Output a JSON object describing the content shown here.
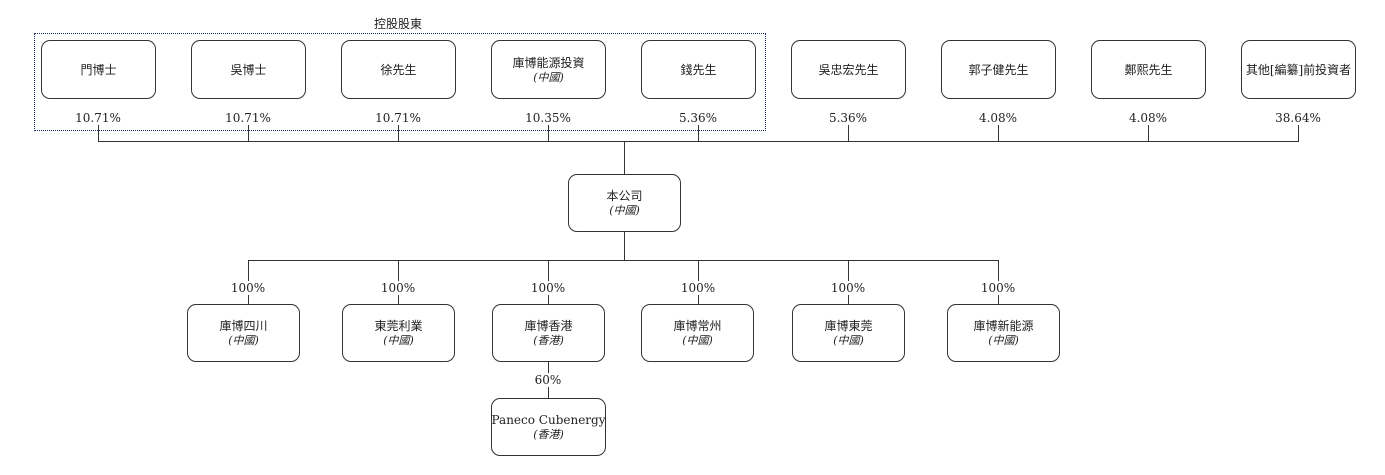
{
  "group": {
    "label": "控股股東"
  },
  "shareholders": [
    {
      "name": "門博士",
      "pct": "10.71%"
    },
    {
      "name": "吳博士",
      "pct": "10.71%"
    },
    {
      "name": "徐先生",
      "pct": "10.71%"
    },
    {
      "name": "庫博能源投資",
      "jurisdiction": "(中國)",
      "pct": "10.35%"
    },
    {
      "name": "錢先生",
      "pct": "5.36%"
    },
    {
      "name": "吳忠宏先生",
      "pct": "5.36%"
    },
    {
      "name": "郭子健先生",
      "pct": "4.08%"
    },
    {
      "name": "鄭熙先生",
      "pct": "4.08%"
    },
    {
      "name": "其他[編纂]前投資者",
      "pct": "38.64%"
    }
  ],
  "company": {
    "name": "本公司",
    "jurisdiction": "(中國)"
  },
  "subsidiaries": [
    {
      "name": "庫博四川",
      "jurisdiction": "(中國)",
      "pct": "100%"
    },
    {
      "name": "東莞利業",
      "jurisdiction": "(中國)",
      "pct": "100%"
    },
    {
      "name": "庫博香港",
      "jurisdiction": "(香港)",
      "pct": "100%"
    },
    {
      "name": "庫博常州",
      "jurisdiction": "(中國)",
      "pct": "100%"
    },
    {
      "name": "庫博東莞",
      "jurisdiction": "(中國)",
      "pct": "100%"
    },
    {
      "name": "庫博新能源",
      "jurisdiction": "(中國)",
      "pct": "100%"
    }
  ],
  "sub_subsidiary": {
    "name": "Paneco Cubenergy",
    "jurisdiction": "(香港)",
    "pct": "60%"
  }
}
